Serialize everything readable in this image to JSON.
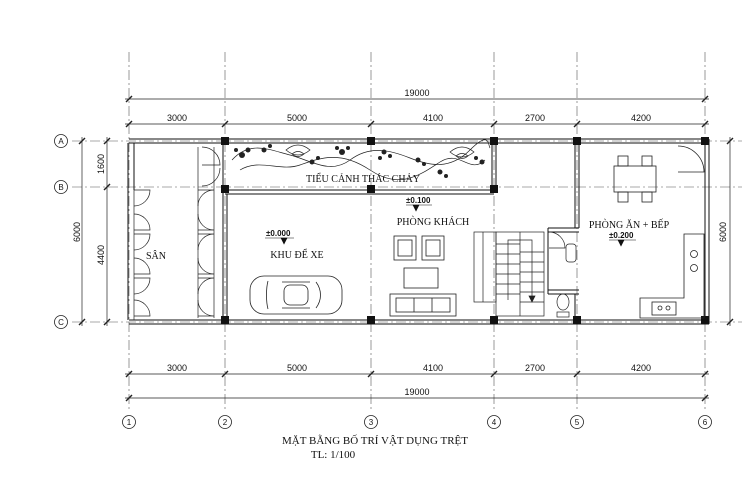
{
  "plan": {
    "total_width": "19000",
    "spans": [
      "3000",
      "5000",
      "4100",
      "2700",
      "4200"
    ],
    "left_dims": [
      "1600",
      "4400"
    ],
    "side_total": "6000",
    "right_total": "6000",
    "grid_cols": [
      "1",
      "2",
      "3",
      "4",
      "5",
      "6"
    ],
    "grid_rows": [
      "A",
      "B",
      "C"
    ]
  },
  "rooms": {
    "feature": "TIỂU CẢNH THÁC CHẢY",
    "yard": "SÂN",
    "parking": "KHU ĐỂ XE",
    "parking_level": "±0.000",
    "living": "PHÒNG KHÁCH",
    "living_level": "±0.100",
    "dining": "PHÒNG ĂN + BẾP",
    "dining_level": "±0.200"
  },
  "title": {
    "main": "MẶT BẰNG BỐ TRÍ VẬT DỤNG TRỆT",
    "scale": "TL: 1/100"
  }
}
